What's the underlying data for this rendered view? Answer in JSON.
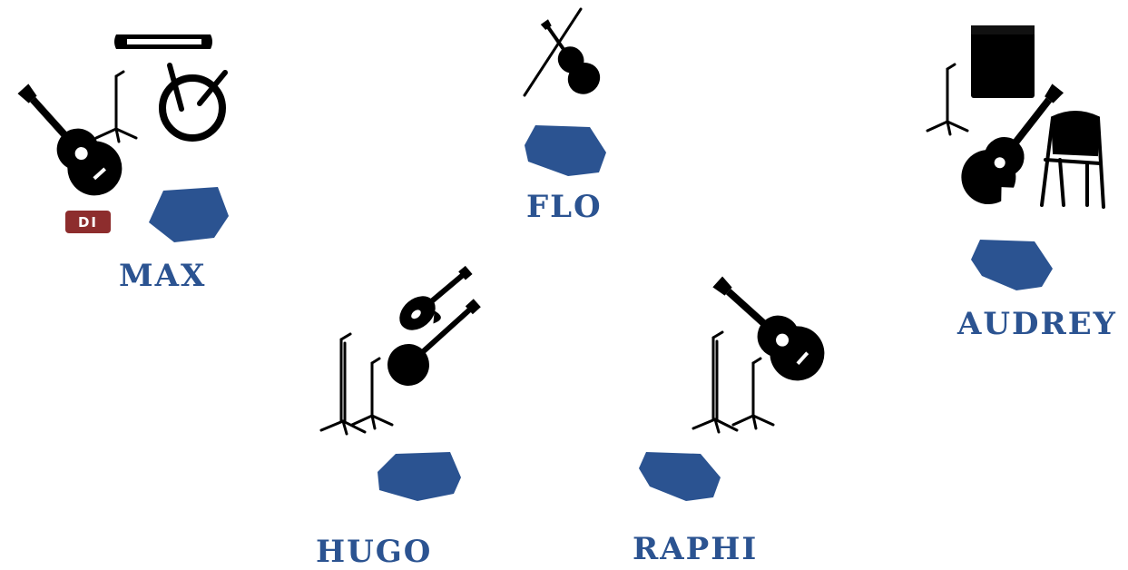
{
  "musicians": [
    {
      "name": "MAX",
      "instruments": [
        "acoustic-guitar-icon",
        "mic-stand-icon",
        "drum-icon",
        "drumsticks-icon"
      ],
      "badge": "DI"
    },
    {
      "name": "FLO",
      "instruments": [
        "violin-icon"
      ]
    },
    {
      "name": "AUDREY",
      "instruments": [
        "amplifier-icon",
        "mic-stand-icon",
        "electro-acoustic-guitar-icon",
        "chair-icon"
      ]
    },
    {
      "name": "HUGO",
      "instruments": [
        "mic-stand-icon",
        "mic-stand-icon",
        "mandolin-icon",
        "banjo-icon"
      ]
    },
    {
      "name": "RAPHI",
      "instruments": [
        "mic-stand-icon",
        "mic-stand-icon",
        "acoustic-guitar-icon"
      ]
    }
  ],
  "colors": {
    "position_marker": "#2b5391",
    "badge": "#8d2d2d",
    "icons": "#000000"
  }
}
